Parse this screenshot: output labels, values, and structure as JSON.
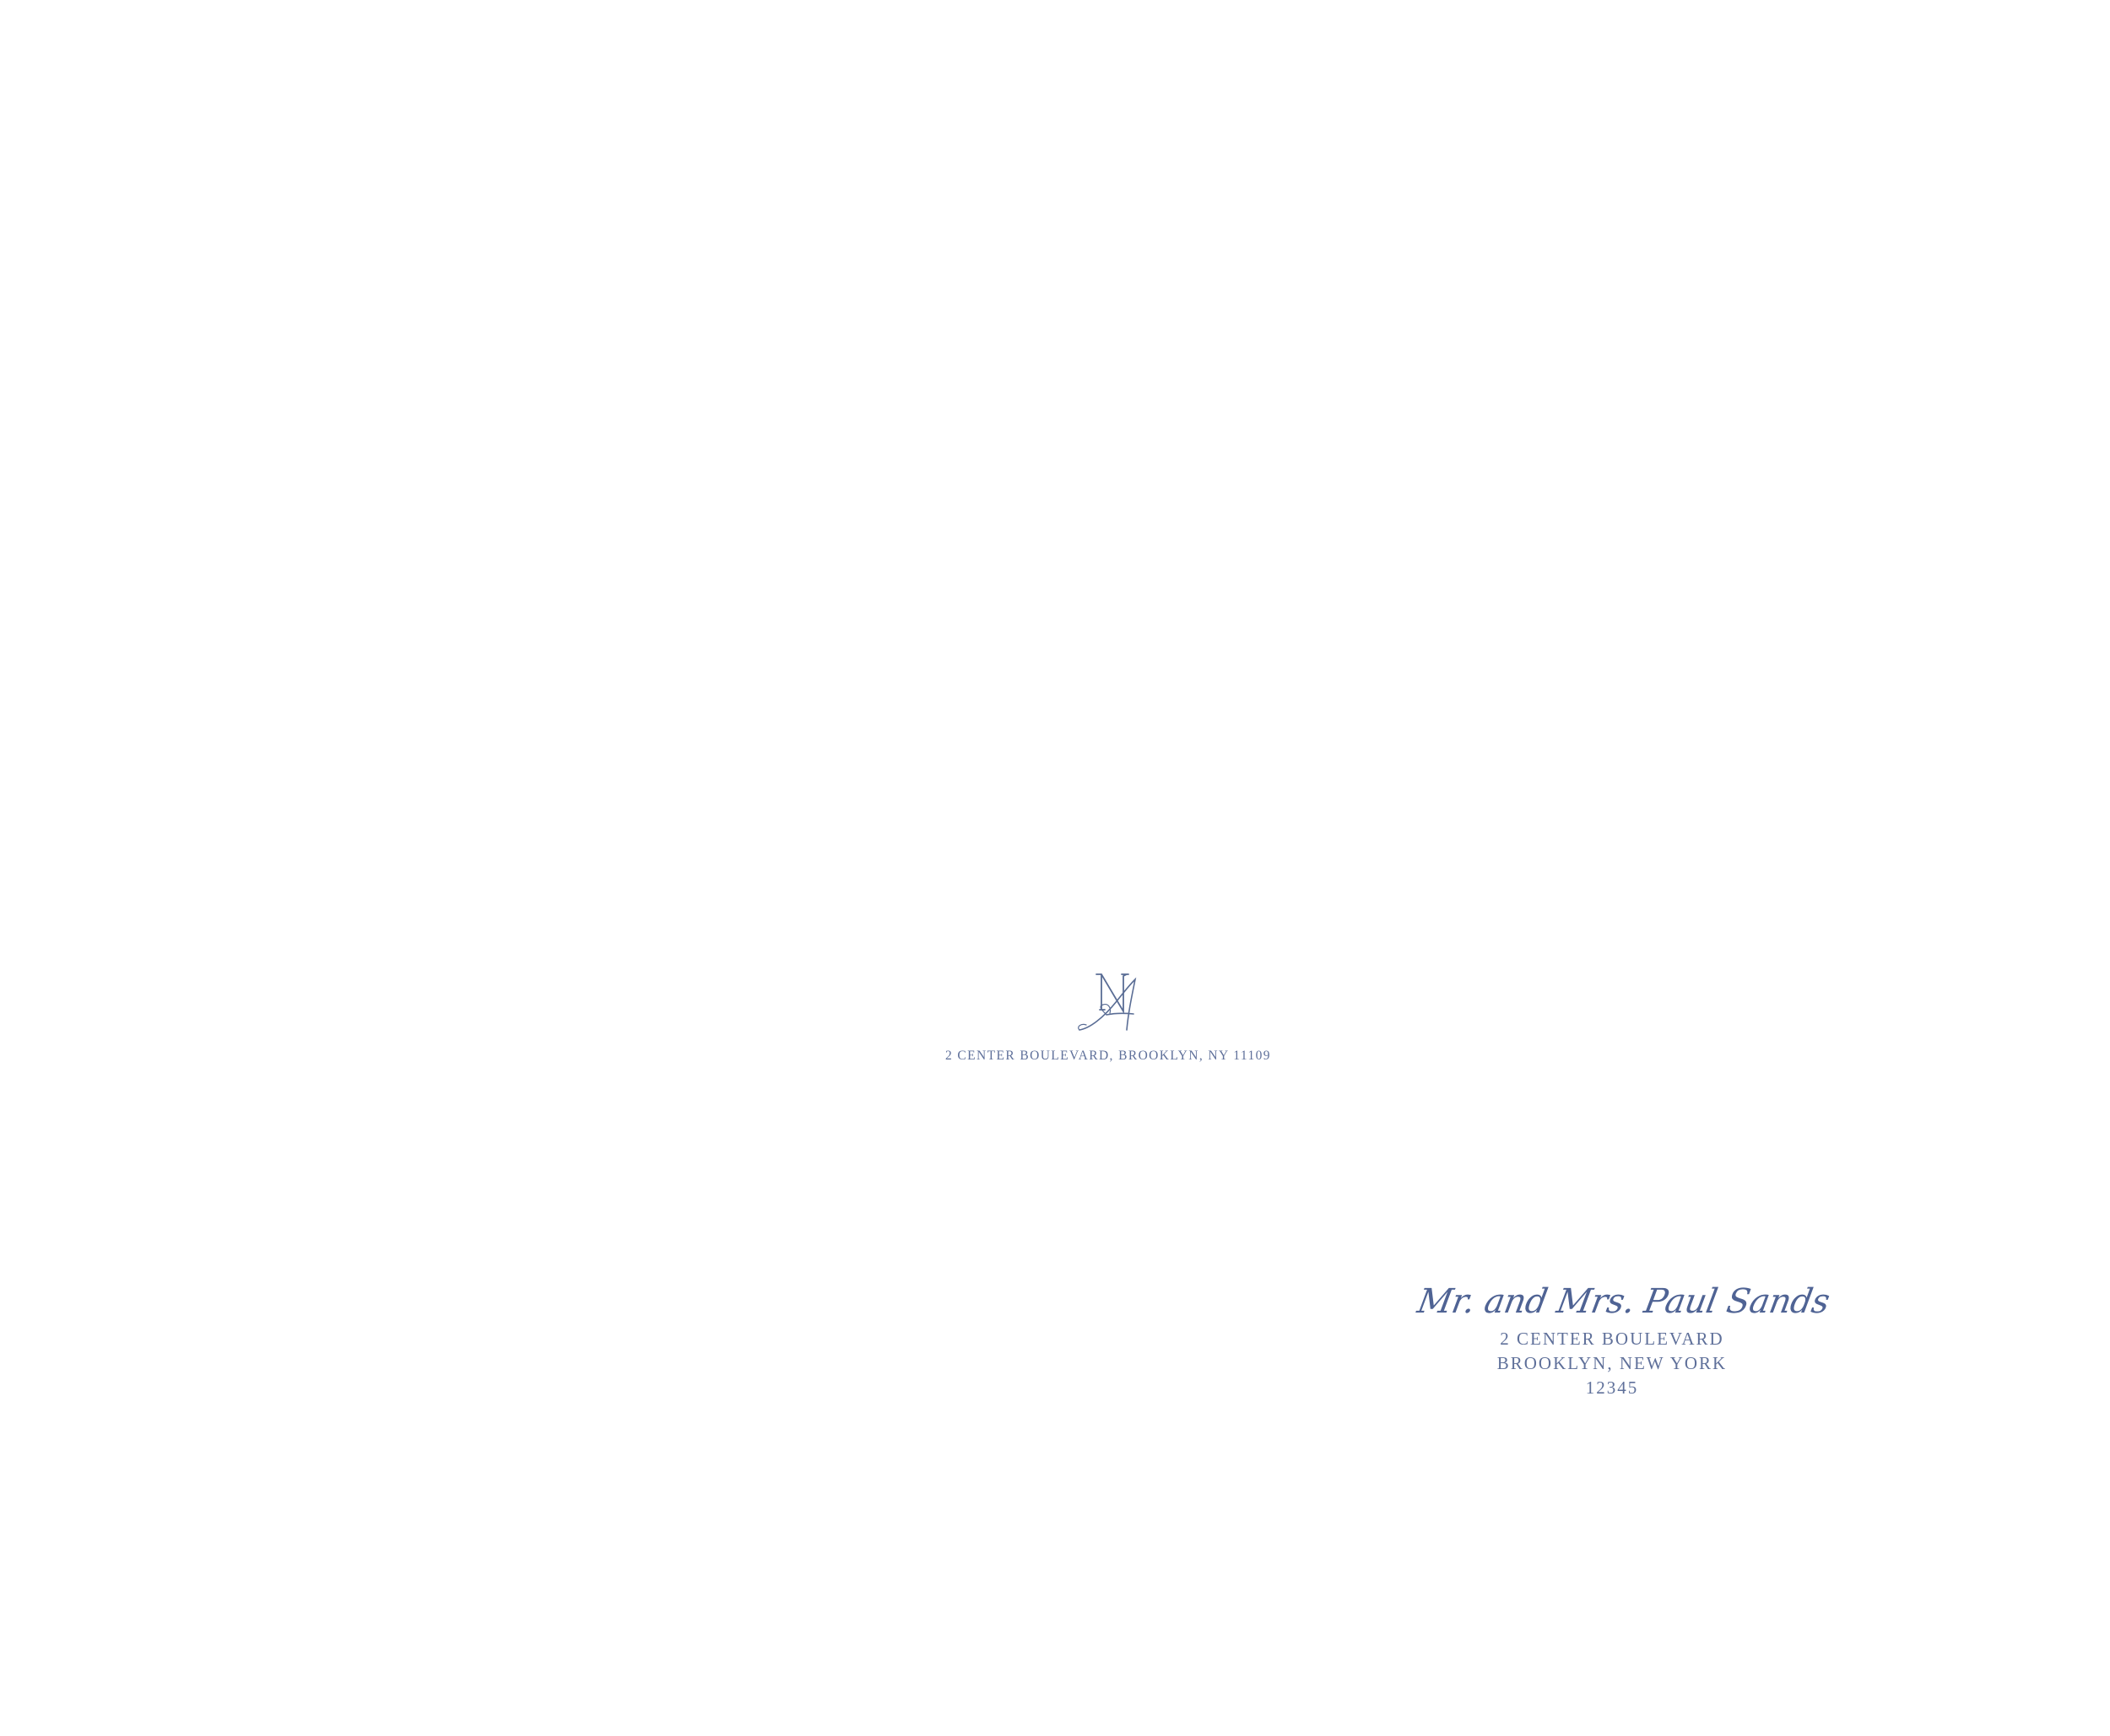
{
  "monogram": {
    "letters": "NA",
    "icon": "monogram-n-a"
  },
  "return_address": {
    "text": "2 CENTER BOULEVARD, BROOKLYN, NY 11109"
  },
  "recipient": {
    "name": "Mr. and Mrs. Paul Sands",
    "street": "2 CENTER BOULEVARD",
    "city": "BROOKLYN, NEW YORK",
    "zip": "12345"
  },
  "colors": {
    "ink": "#5a6d95",
    "paper": "#ffffff"
  }
}
